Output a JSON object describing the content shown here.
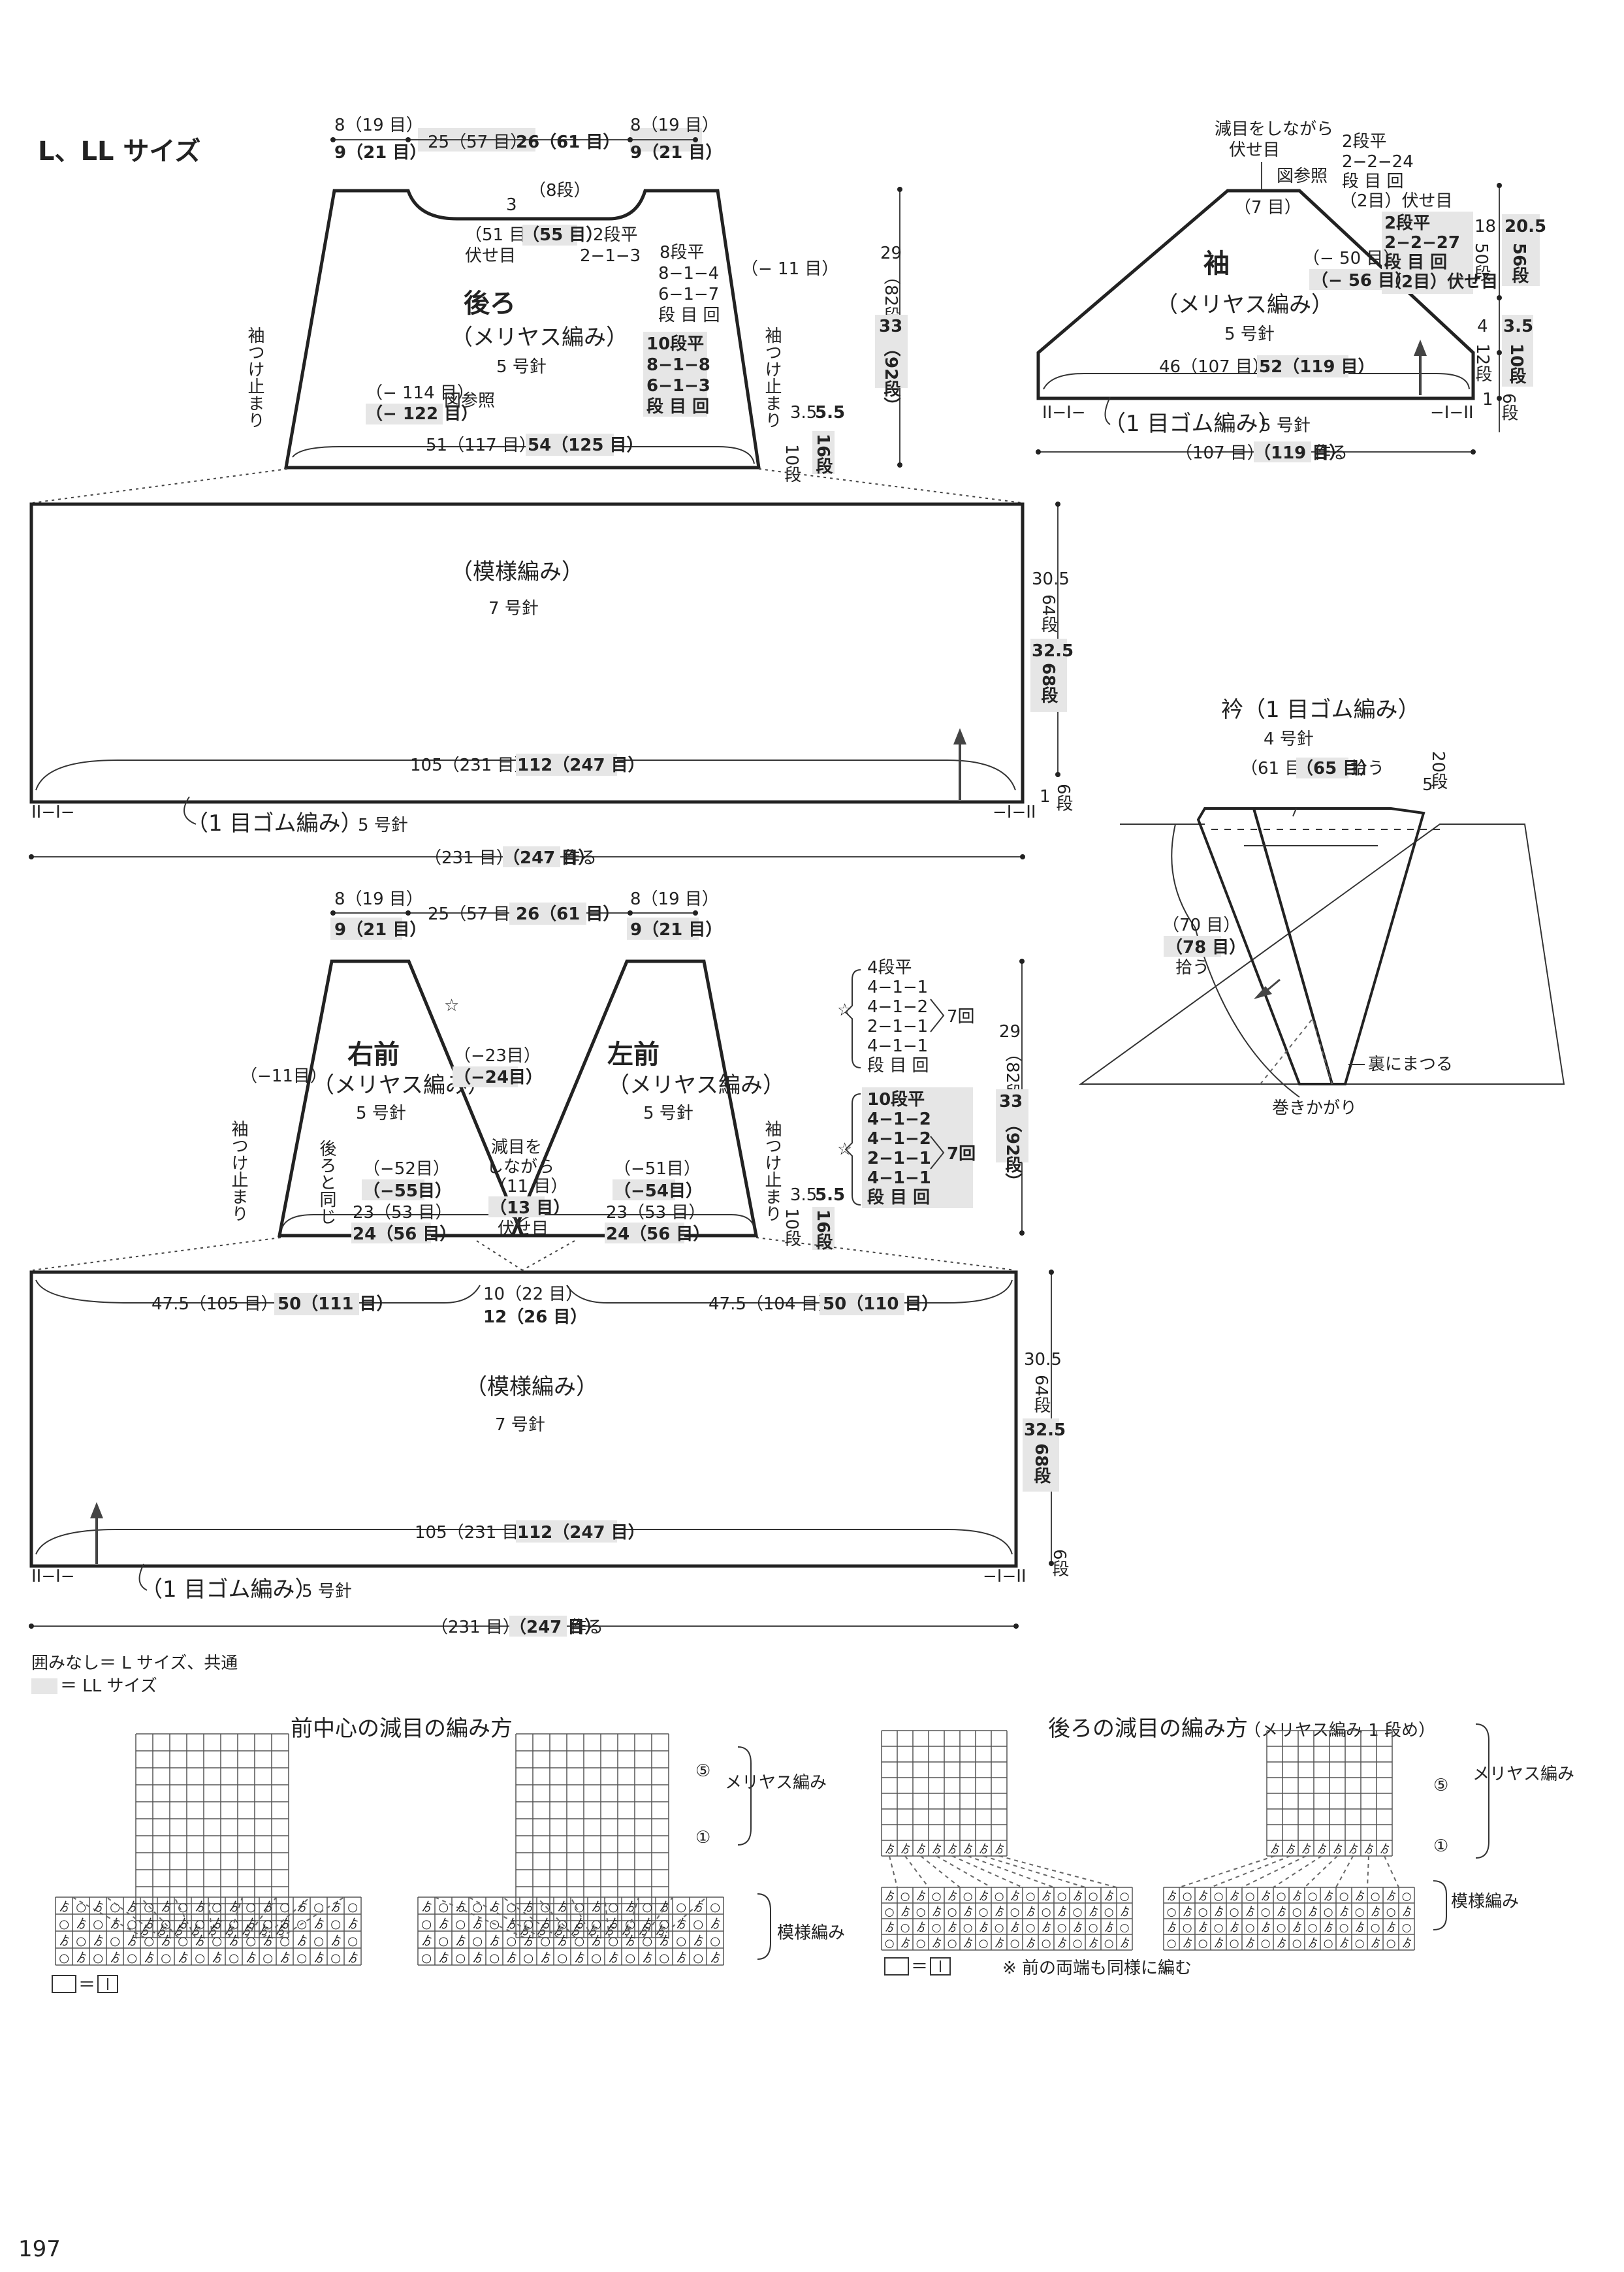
{
  "page": {
    "title": "L、LL サイズ",
    "page_number": "197",
    "legend_plain": "囲みなし＝ L サイズ、共通",
    "legend_shaded": "＝ LL サイズ",
    "legend_equal": "＝"
  },
  "back": {
    "label": "後ろ",
    "stitch": "（メリヤス編み）",
    "needle": "5 号針",
    "top_shoulder_l": "8（19 目）",
    "top_shoulder_ll": "9（21 目）",
    "top_neck_l": "25（57 目）",
    "top_neck_ll": "26（61 目）",
    "neck_depth": "3",
    "neck_rows": "（8段）",
    "neck_bind_l": "（51 目）",
    "neck_bind_ll": "（55 目）",
    "neck_bind_label": "伏せ目",
    "neck_seq_1": "2段平",
    "neck_seq_2": "2−1−3",
    "dec_l_1": "8段平",
    "dec_l_2": "8−1−4",
    "dec_l_3": "6−1−7",
    "dec_l_4": "段 目 回",
    "dec_ll_1": "10段平",
    "dec_ll_2": "8−1−8",
    "dec_ll_3": "6−1−3",
    "dec_ll_4": "段 目 回",
    "side_dec": "（− 11 目）",
    "sleeve_mark": "袖つけ止まり",
    "bottom_dec_l": "（− 114 目）",
    "bottom_dec_ll": "（− 122 目）",
    "see_fig": "図参照",
    "bottom_l": "51（117 目）",
    "bottom_ll": "54（125 目）",
    "height_l": "29",
    "height_rows_l": "（82段）",
    "height_ll": "33",
    "height_rows_ll": "（92段）",
    "hem_l": "3.5",
    "hem_ll": "5.5",
    "hem_rows_l": "10段",
    "hem_rows_ll": "16段"
  },
  "back_body": {
    "stitch": "（模様編み）",
    "needle": "7 号針",
    "width_l": "105（231 目）",
    "width_ll": "112（247 目）",
    "ribbing": "（1 目ゴム編み）",
    "ribbing_needle": "5 号針",
    "cast_l": "（231 目）",
    "cast_ll": "（247 目）",
    "cast_label": "作る",
    "height_l": "30.5",
    "rows_l": "64段",
    "height_ll": "32.5",
    "rows_ll": "68段",
    "rib_h": "1",
    "rib_rows": "6段",
    "rib_mark_left": "II−I−",
    "rib_mark_right": "−I−II"
  },
  "sleeve": {
    "label": "袖",
    "stitch": "（メリヤス編み）",
    "needle": "5 号針",
    "top_note_1": "減目をしながら",
    "top_note_2": "伏せ目",
    "top_stitch": "（7 目）",
    "see_fig": "図参照",
    "seq_l_1": "2段平",
    "seq_l_2": "2−2−24",
    "seq_l_3": "段 目 回",
    "seq_l_4": "（2目）伏せ目",
    "seq_ll_1": "2段平",
    "seq_ll_2": "2−2−27",
    "seq_ll_3": "段 目 回",
    "seq_ll_4": "（2目）伏せ目",
    "dec_l": "（− 50 目）",
    "dec_ll": "（− 56 目）",
    "width_l": "46（107 目）",
    "width_ll": "52（119 目）",
    "ribbing": "（1 目ゴム編み）",
    "ribbing_needle": "5 号針",
    "cast_l": "（107 目）",
    "cast_ll": "（119 目）",
    "cast_label": "作る",
    "h1_l": "18",
    "h1_rows_l": "50段",
    "h1_ll": "20.5",
    "h1_rows_ll": "56段",
    "h2_l": "4",
    "h2_rows_l": "12段",
    "h2_ll": "3.5",
    "h2_rows_ll": "10段",
    "h3": "1",
    "h3_rows": "6段"
  },
  "collar": {
    "title": "衿（1 目ゴム編み）",
    "needle": "4 号針",
    "pick_l": "（61 目）",
    "pick_ll": "（65 目）",
    "pick_label": "拾う",
    "width": "5",
    "rows": "20段",
    "side_l": "（70 目）",
    "side_ll": "（78 目）",
    "side_label": "拾う",
    "back_note": "裏にまつる",
    "wrap_note": "巻きかがり"
  },
  "front": {
    "right_label": "右前",
    "left_label": "左前",
    "stitch": "（メリヤス編み）",
    "needle": "5 号針",
    "top_shoulder_l": "8（19 目）",
    "top_shoulder_ll": "9（21 目）",
    "top_gap_l": "25（57 目）",
    "top_gap_ll": "26（61 目）",
    "v_dec_l": "（−23目）",
    "v_dec_ll": "（−24目）",
    "side_dec": "（−11目）",
    "sleeve_mark": "袖つけ止まり",
    "same_as_back": "後ろと同じ",
    "r_dec_l": "（−52目）",
    "r_dec_ll": "（−55目）",
    "l_dec_l": "（−51目）",
    "l_dec_ll": "（−54目）",
    "r_bottom_l": "23（53 目）",
    "r_bottom_ll": "24（56 目）",
    "l_bottom_l": "23（53 目）",
    "l_bottom_ll": "24（56 目）",
    "center_note_1": "減目を",
    "center_note_2": "しながら",
    "center_l": "（11 目）",
    "center_ll": "（13 目）",
    "center_bind": "伏せ目",
    "seq_l_1": "4段平",
    "seq_l_2": "4−1−1",
    "seq_l_3": "4−1−2",
    "seq_l_4": "2−1−1",
    "seq_l_5": "4−1−1",
    "seq_l_6": "段 目 回",
    "seq_ll_1": "10段平",
    "seq_ll_2": "4−1−2",
    "seq_ll_3": "4−1−2",
    "seq_ll_4": "2−1−1",
    "seq_ll_5": "4−1−1",
    "seq_ll_6": "段 目 回",
    "repeat": "7回",
    "star": "☆",
    "height_l": "29",
    "height_rows_l": "（82段）",
    "height_ll": "33",
    "height_rows_ll": "（92段）",
    "hem_l": "3.5",
    "hem_ll": "5.5",
    "hem_rows_l": "10段",
    "hem_rows_ll": "16段"
  },
  "front_body": {
    "stitch": "（模様編み）",
    "needle": "7 号針",
    "left_l": "47.5（105 目）",
    "left_ll": "50（111 目）",
    "mid_l": "10（22 目）",
    "mid_ll": "12（26 目）",
    "right_l": "47.5（104 目）",
    "right_ll": "50（110 目）",
    "width_l": "105（231 目）",
    "width_ll": "112（247 目）",
    "ribbing": "（1 目ゴム編み）",
    "ribbing_needle": "5 号針",
    "cast_l": "（231 目）",
    "cast_ll": "（247 目）",
    "cast_label": "作る",
    "height_l": "30.5",
    "rows_l": "64段",
    "height_ll": "32.5",
    "rows_ll": "68段",
    "rib_rows": "6段"
  },
  "charts": {
    "front_title": "前中心の減目の編み方",
    "back_title": "後ろの減目の編み方",
    "back_sub": "（メリヤス編み 1 段め）",
    "stockinette": "メリヤス編み",
    "pattern": "模様編み",
    "row5": "⑤",
    "row1": "①",
    "note": "※ 前の両端も同様に編む"
  },
  "colors": {
    "line": "#222222",
    "shade": "#e6e6e6"
  }
}
